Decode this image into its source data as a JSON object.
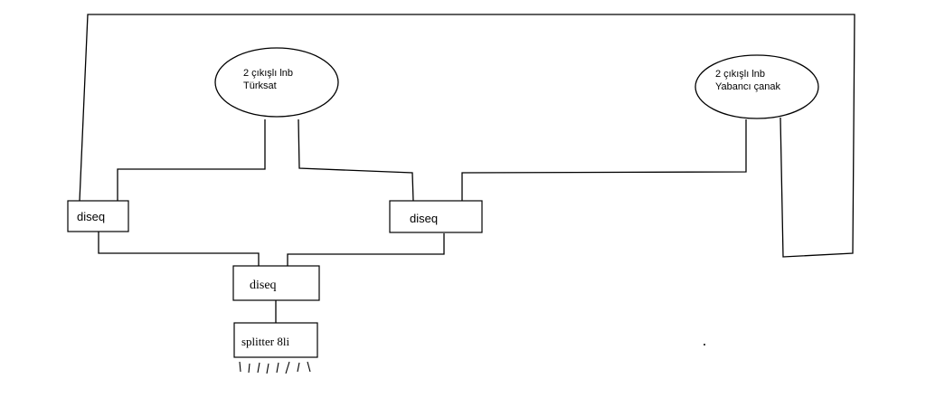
{
  "lnbs": {
    "turksat": {
      "line1": "2 çıkışlı lnb",
      "line2": "Türksat"
    },
    "foreign": {
      "line1": "2 çıkışlı lnb",
      "line2": "Yabancı çanak"
    }
  },
  "switches": {
    "left": {
      "label": "diseq"
    },
    "right": {
      "label": "diseq"
    },
    "center": {
      "label": "diseq"
    }
  },
  "splitter": {
    "label": "splitter 8li"
  },
  "colors": {
    "ink": "#000000",
    "background": "#ffffff"
  }
}
